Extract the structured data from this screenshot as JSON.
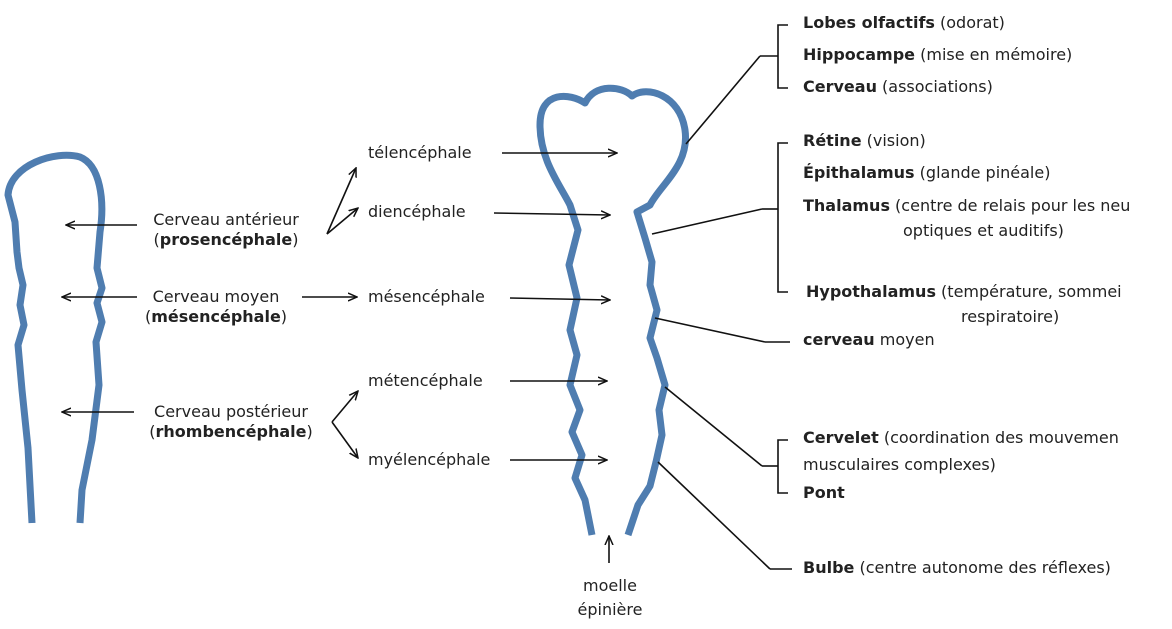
{
  "left": {
    "anterior": {
      "name": "Cerveau antérieur",
      "term": "prosencéphale"
    },
    "middle": {
      "name": "Cerveau moyen",
      "term": "mésencéphale"
    },
    "posterior": {
      "name": "Cerveau postérieur",
      "term": "rhombencéphale"
    }
  },
  "middle": {
    "telencephale": "télencéphale",
    "diencephale": "diencéphale",
    "mesencephale": "mésencéphale",
    "metencephale": "métencéphale",
    "myelencephale": "myélencéphale",
    "moelle_line1": "moelle",
    "moelle_line2": "épinière"
  },
  "right": {
    "lobes": {
      "bold": "Lobes olfactifs",
      "rest": " (odorat)"
    },
    "hippocampe": {
      "bold": "Hippocampe",
      "rest": " (mise en mémoire)"
    },
    "cerveau": {
      "bold": "Cerveau",
      "rest": " (associations)"
    },
    "retine": {
      "bold": "Rétine",
      "rest": " (vision)"
    },
    "epithalamus": {
      "bold": "Épithalamus",
      "rest": " (glande pinéale)"
    },
    "thalamus": {
      "bold": "Thalamus",
      "rest": " (centre de relais pour les neu",
      "line2": "optiques et auditifs)"
    },
    "hypothalamus": {
      "bold": "Hypothalamus",
      "rest": " (température, sommei",
      "line2": "respiratoire)"
    },
    "cerveau_moyen": {
      "bold": "cerveau",
      "rest": " moyen"
    },
    "cervelet": {
      "bold": "Cervelet",
      "rest": " (coordination des mouvemen",
      "line2": "musculaires complexes)"
    },
    "pont": {
      "bold": "Pont"
    },
    "bulbe": {
      "bold": "Bulbe",
      "rest": " (centre autonome des réflexes)"
    }
  },
  "colors": {
    "tube": "#4f7db0",
    "line": "#111111"
  }
}
